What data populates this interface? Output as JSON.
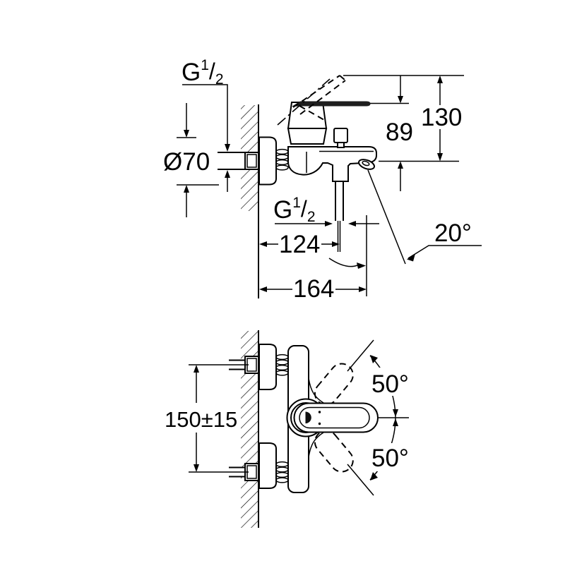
{
  "colors": {
    "line": "#000000",
    "background": "#ffffff",
    "lever_fill": "#1e1e1e"
  },
  "side_view": {
    "wall_thread_label": {
      "main": "G",
      "sup": "1",
      "slash": "/",
      "sub": "2"
    },
    "escutcheon_diameter": "Ø70",
    "lever_height": "89",
    "total_height": "130",
    "shower_thread_label": {
      "main": "G",
      "sup": "1",
      "slash": "/",
      "sub": "2"
    },
    "outlet_depth": "124",
    "total_depth": "164",
    "spout_angle": "20°"
  },
  "front_view": {
    "connection_spacing": "150±15",
    "lever_swing_up": "50°",
    "lever_swing_down": "50°"
  }
}
